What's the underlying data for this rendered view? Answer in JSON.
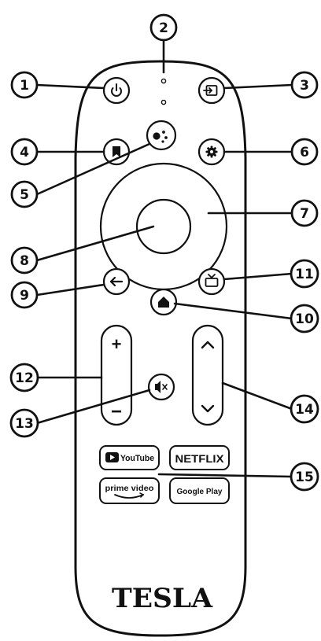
{
  "brand": {
    "logo_text": "TESLA"
  },
  "apps": {
    "youtube": "YouTube",
    "netflix": "NETFLIX",
    "prime": "prime video",
    "googleplay": "Google Play"
  },
  "volume": {
    "plus": "+",
    "minus": "−"
  },
  "channel": {
    "up": "^",
    "down": "⌄"
  },
  "callouts": [
    "1",
    "2",
    "3",
    "4",
    "5",
    "6",
    "7",
    "8",
    "9",
    "10",
    "11",
    "12",
    "13",
    "14",
    "15"
  ],
  "colors": {
    "line": "#111111",
    "button_fill": "#ffffff",
    "background": "#ffffff"
  },
  "icons": {
    "b1": "power-icon",
    "b3": "input-source-icon",
    "b4": "bookmark-icon",
    "b5": "google-assistant-icon",
    "b6": "gear-icon",
    "b9": "back-arrow-icon",
    "b10": "home-icon",
    "b11": "tv-icon",
    "b13": "mute-icon"
  }
}
